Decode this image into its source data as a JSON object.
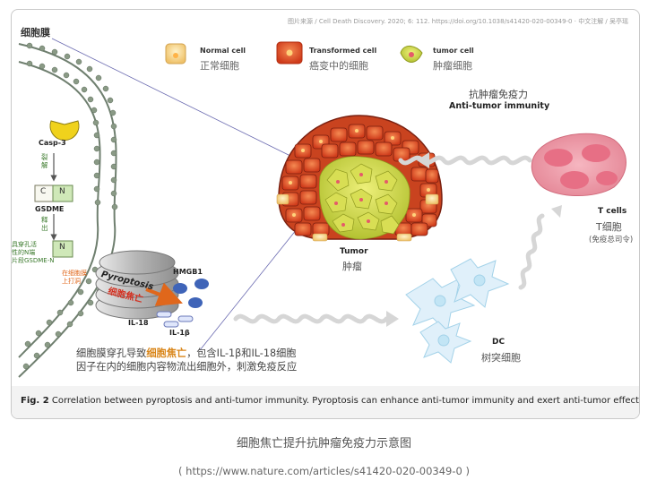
{
  "figure": {
    "source_note": "图片来源 / Cell Death Discovery. 2020; 6: 112. https://doi.org/10.1038/s41420-020-00349-0 · 中文注解 / 吴亭瑶",
    "membrane_label": "细胞膜",
    "legend": [
      {
        "en": "Normal cell",
        "cn": "正常细胞",
        "color": "#f6d995"
      },
      {
        "en": "Transformed cell",
        "cn": "癌变中的细胞",
        "color": "#e2582a"
      },
      {
        "en": "tumor cell",
        "cn": "肿瘤细胞",
        "color": "#c9d44a"
      }
    ],
    "casp3": "Casp-3",
    "cleave": "裂\n解",
    "gsdme_c": "C",
    "gsdme_n": "N",
    "gsdme": "GSDME",
    "release": "释\n出",
    "gsdme_n_note": "具穿孔活\n性的N端\n片段GSDME-N",
    "n_label": "N",
    "pore_note": "在细胞膜\n上打洞",
    "pyroptosis": "Pyroptosis",
    "pyroptosis_cn": "细胞焦亡",
    "hmgb1": "HMGB1",
    "il18": "IL-18",
    "il1b": "IL-1β",
    "tumor_en": "Tumor",
    "tumor_cn": "肿瘤",
    "anti_tumor_cn": "抗肿瘤免疫力",
    "anti_tumor_en": "Anti-tumor immunity",
    "tcells_en": "T cells",
    "tcells_cn": "T细胞",
    "tcells_note": "(免疫总司令)",
    "dc_en": "DC",
    "dc_cn": "树突细胞",
    "summary_line1_a": "细胞膜穿孔导致",
    "summary_line1_hl": "细胞焦亡",
    "summary_line1_b": "，包含IL-1β和IL-18细胞",
    "summary_line2": "因子在内的细胞内容物流出细胞外，刺激免疫反应",
    "caption_bold": "Fig. 2",
    "caption_text": "Correlation between pyroptosis and anti-tumor immunity. Pyroptosis can enhance anti-tumor immunity and exert anti-tumor effects."
  },
  "subtitle": "细胞焦亡提升抗肿瘤免疫力示意图",
  "url": "( https://www.nature.com/articles/s41420-020-00349-0 )"
}
